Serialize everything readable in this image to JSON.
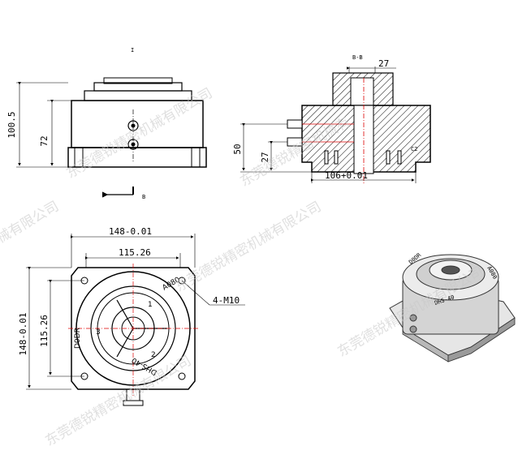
{
  "front_view": {
    "mark": "I",
    "arrow_mark": "B",
    "dim_total_height": "100.5",
    "dim_body_height": "72"
  },
  "section_view": {
    "label": "B-B",
    "dim_27_top": "27",
    "dim_50": "50",
    "dim_27_side": "27",
    "dim_106": "106+0.01",
    "note": "C2"
  },
  "top_view": {
    "dim_148_h": "148-0.01",
    "dim_115_h": "115.26",
    "dim_148_v": "148-0.01",
    "dim_115_v": "115.26",
    "thread_callout": "4-M10",
    "jaw_1": "1",
    "jaw_2": "2",
    "jaw_3": "3",
    "mark_a080": "A080",
    "mark_dhs40": "DHS-40",
    "mark_d0dr": "D0DR"
  },
  "iso_view": {
    "marking": "DHS-40",
    "marking_2": "D0DR",
    "marking_3": "A080"
  },
  "watermarks": [
    "东莞德锐精密机械有限公司",
    "械有限公司",
    "东莞德锐精密机械有限公司",
    "东莞德锐精密机械有限公司",
    "东莞德锐精密机械有限公司",
    "东莞德锐精密机械有"
  ]
}
